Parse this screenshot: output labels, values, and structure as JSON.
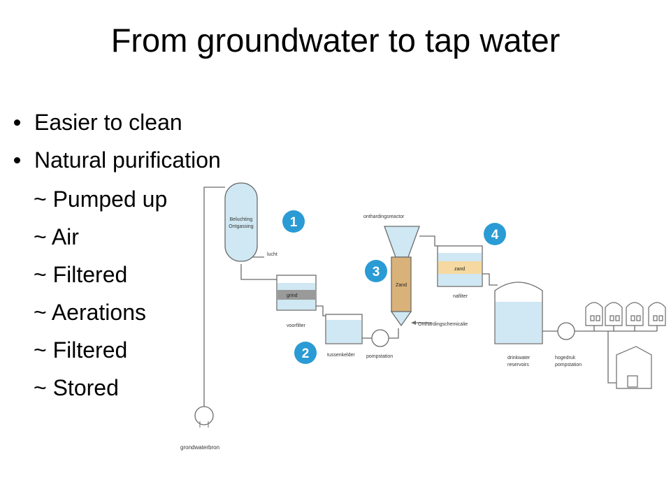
{
  "slide": {
    "title": "From groundwater to tap water",
    "bullets": [
      "Easier to clean",
      "Natural purification"
    ],
    "steps": [
      "~ Pumped up",
      "~ Air",
      "~ Filtered",
      "~ Aerations",
      "~ Filtered",
      "~ Stored"
    ]
  },
  "diagram": {
    "labels": {
      "beluchting": "Beluchting",
      "ontgassing": "Ontgassing",
      "lucht": "lucht",
      "grind": "grind",
      "voorfilter": "voorfilter",
      "tussenkelder": "tussenkelder",
      "pompstation": "pompstation",
      "onthardingsreactor": "onthardingsreactor",
      "zand_reactor": "Zand",
      "onthardingschemicalie": "Onthardingschemicalie",
      "zand": "zand",
      "nafilter": "nafilter",
      "drinkwater": "drinkwater",
      "reservoirs": "reservoirs",
      "hogedruk": "hogedruk",
      "hogedruk_pompstation": "pompstation",
      "grondwaterbron": "grondwaterbron"
    },
    "badges": [
      "1",
      "2",
      "3",
      "4"
    ],
    "colors": {
      "water": "#cfe8f3",
      "sand": "#f5d9a0",
      "gravel": "#9a9a9a",
      "reactor": "#d9b27a",
      "badge": "#2a9bd4",
      "line": "#6b6b6b"
    }
  }
}
